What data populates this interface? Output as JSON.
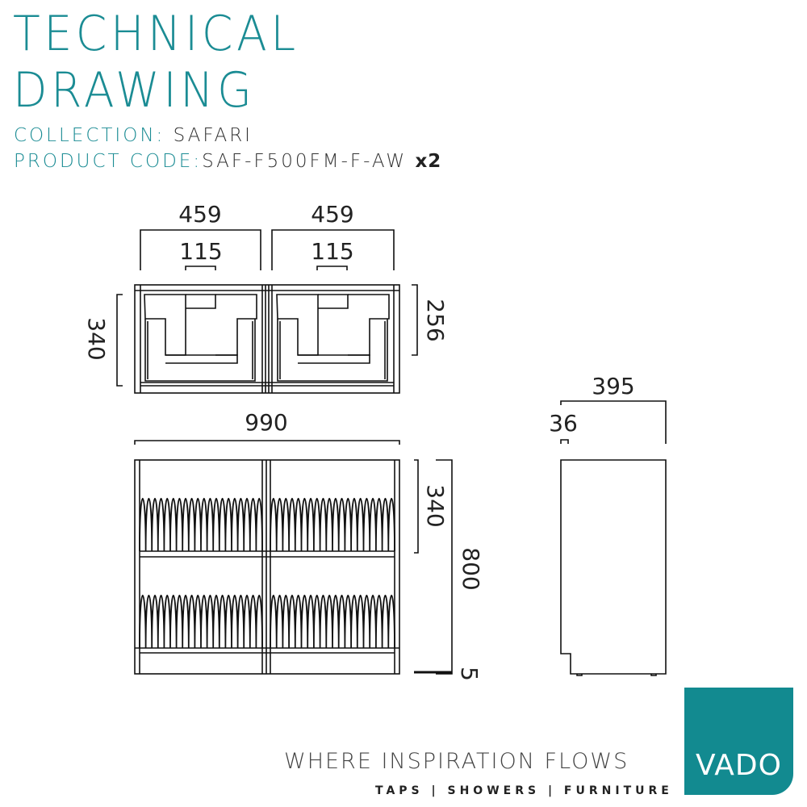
{
  "header": {
    "title_line1": "TECHNICAL",
    "title_line2": "DRAWING",
    "collection_label": "COLLECTION:",
    "collection_value": "SAFARI",
    "product_code_label": "PRODUCT CODE:",
    "product_code_value": "SAF-F500FM-F-AW",
    "quantity": "x2"
  },
  "dimensions": {
    "top_unit_width_left": "459",
    "top_unit_width_right": "459",
    "handle_width_left": "115",
    "handle_width_right": "115",
    "top_depth": "340",
    "drawer_depth": "256",
    "overall_width": "990",
    "drawer_height": "340",
    "overall_height": "800",
    "plinth_height": "5",
    "side_depth": "395",
    "side_top_offset": "36"
  },
  "colors": {
    "accent": "#1b8c94",
    "logo": "#128a90"
  },
  "footer": {
    "tagline": "WHERE INSPIRATION FLOWS",
    "categories": "TAPS | SHOWERS | FURNITURE",
    "logo_text": "VADO"
  }
}
